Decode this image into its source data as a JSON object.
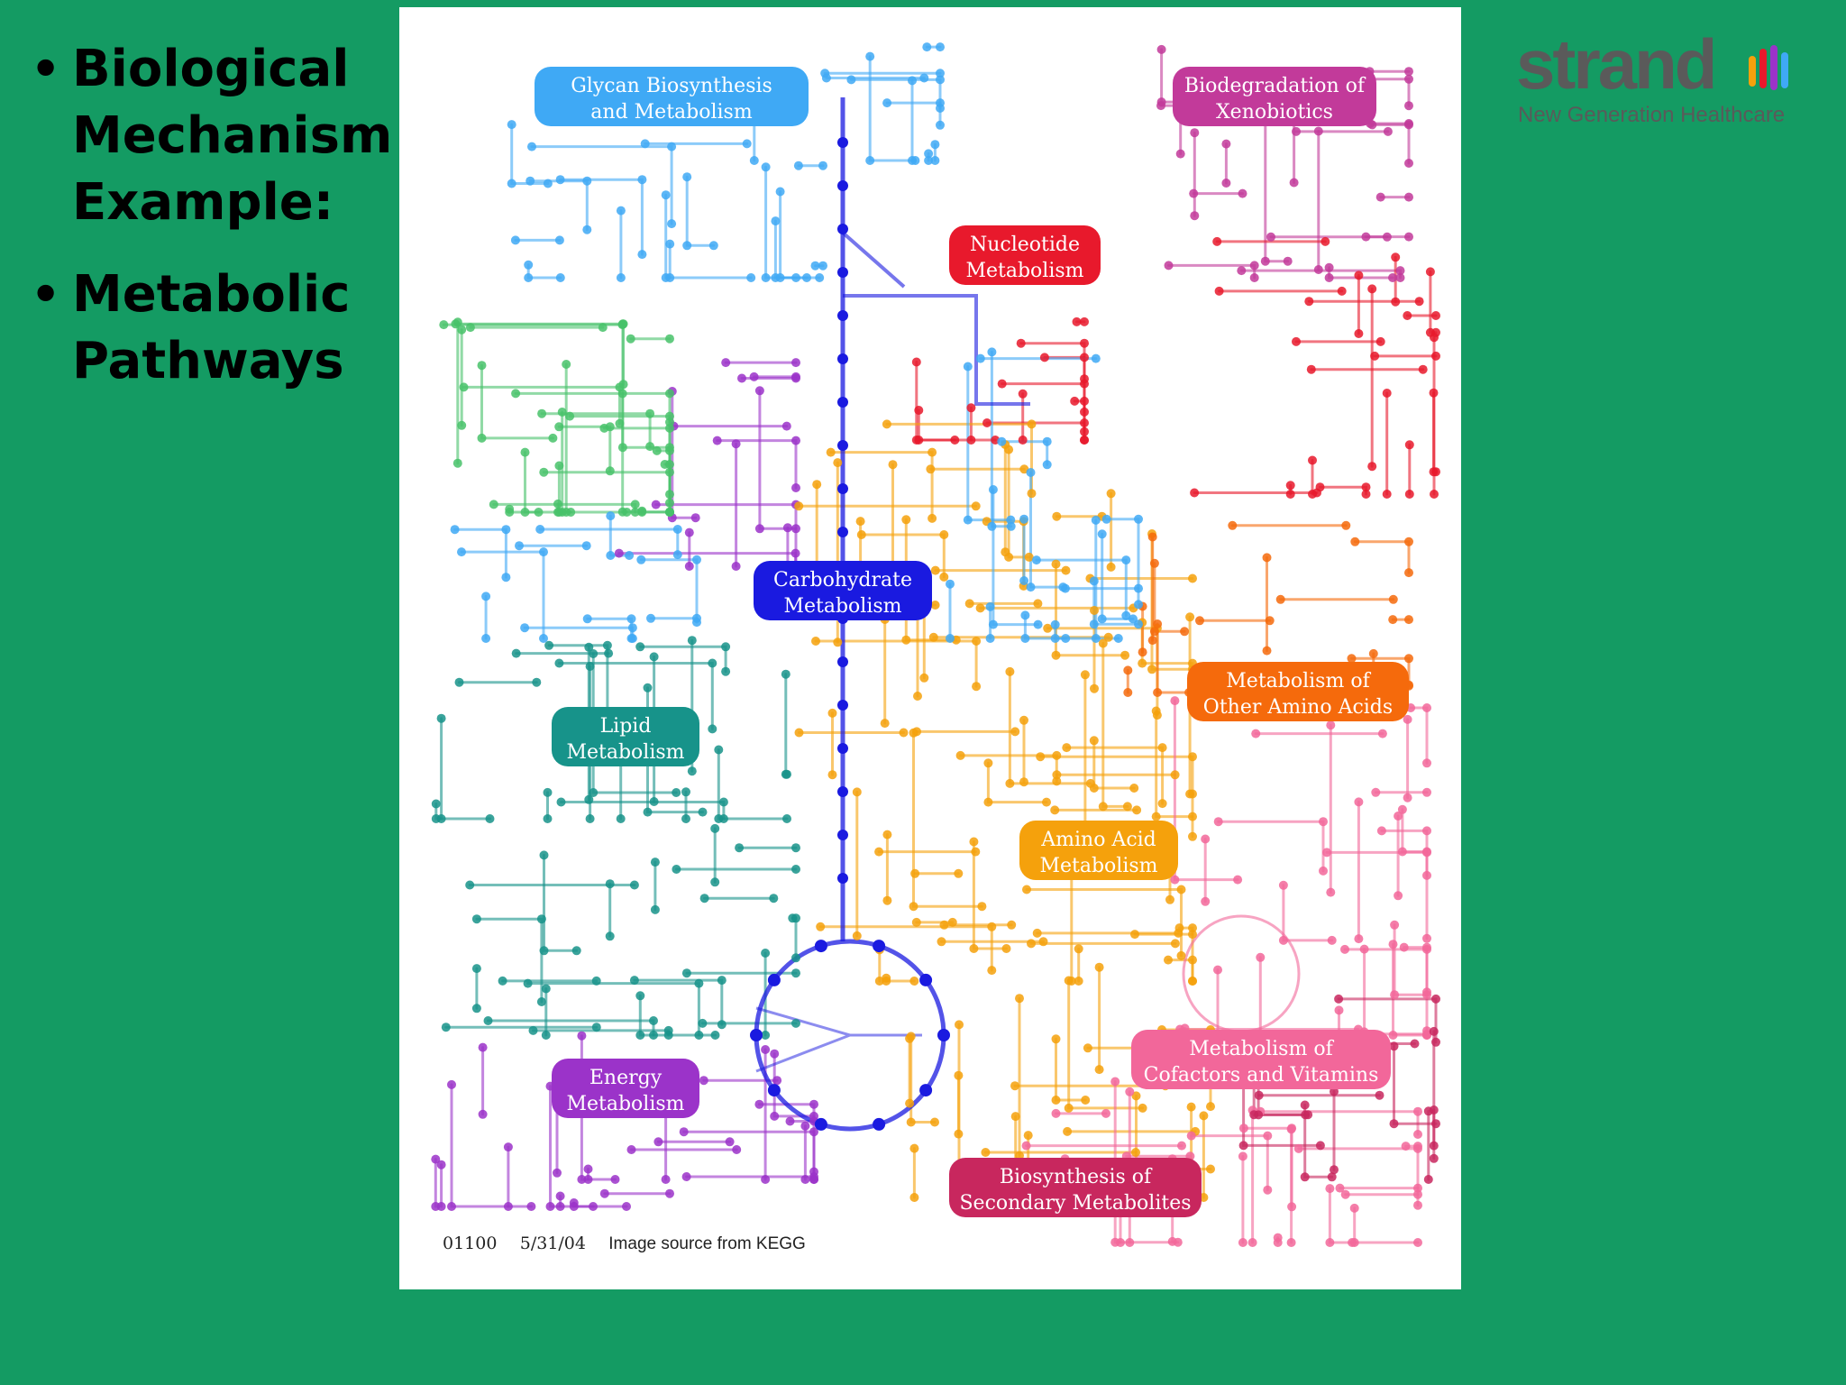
{
  "slide": {
    "bullets": [
      "Biological Mechanism Example:",
      "Metabolic Pathways"
    ],
    "bullet_glyph": "•"
  },
  "diagram": {
    "source_code": "01100",
    "source_date": "5/31/04",
    "source_text": "Image source from KEGG",
    "categories": [
      {
        "id": "glycan",
        "label_lines": [
          "Glycan Biosynthesis",
          "and Metabolism"
        ],
        "color": "#3FA9F5"
      },
      {
        "id": "xenobiotics",
        "label_lines": [
          "Biodegradation of",
          "Xenobiotics"
        ],
        "color": "#C23A9A"
      },
      {
        "id": "nucleotide",
        "label_lines": [
          "Nucleotide",
          "Metabolism"
        ],
        "color": "#E8192C"
      },
      {
        "id": "carbohydrate",
        "label_lines": [
          "Carbohydrate",
          "Metabolism"
        ],
        "color": "#1A1AE0"
      },
      {
        "id": "other-amino",
        "label_lines": [
          "Metabolism of",
          "Other Amino Acids"
        ],
        "color": "#F56A0C"
      },
      {
        "id": "lipid",
        "label_lines": [
          "Lipid",
          "Metabolism"
        ],
        "color": "#17938A"
      },
      {
        "id": "amino",
        "label_lines": [
          "Amino Acid",
          "Metabolism"
        ],
        "color": "#F5A10C"
      },
      {
        "id": "cofactors",
        "label_lines": [
          "Metabolism of",
          "Cofactors and Vitamins"
        ],
        "color": "#F2679A"
      },
      {
        "id": "energy",
        "label_lines": [
          "Energy",
          "Metabolism"
        ],
        "color": "#9B33C9"
      },
      {
        "id": "secondary",
        "label_lines": [
          "Biosynthesis of",
          "Secondary Metabolites"
        ],
        "color": "#C8275E"
      }
    ]
  },
  "logo": {
    "wordmark": "strand",
    "tagline": "New Generation Healthcare",
    "text_color": "#5a5a5a",
    "bar_colors": [
      "#F5A10C",
      "#E8192C",
      "#9B33C9",
      "#3FA9F5"
    ]
  },
  "colors": {
    "background": "#149B63"
  }
}
